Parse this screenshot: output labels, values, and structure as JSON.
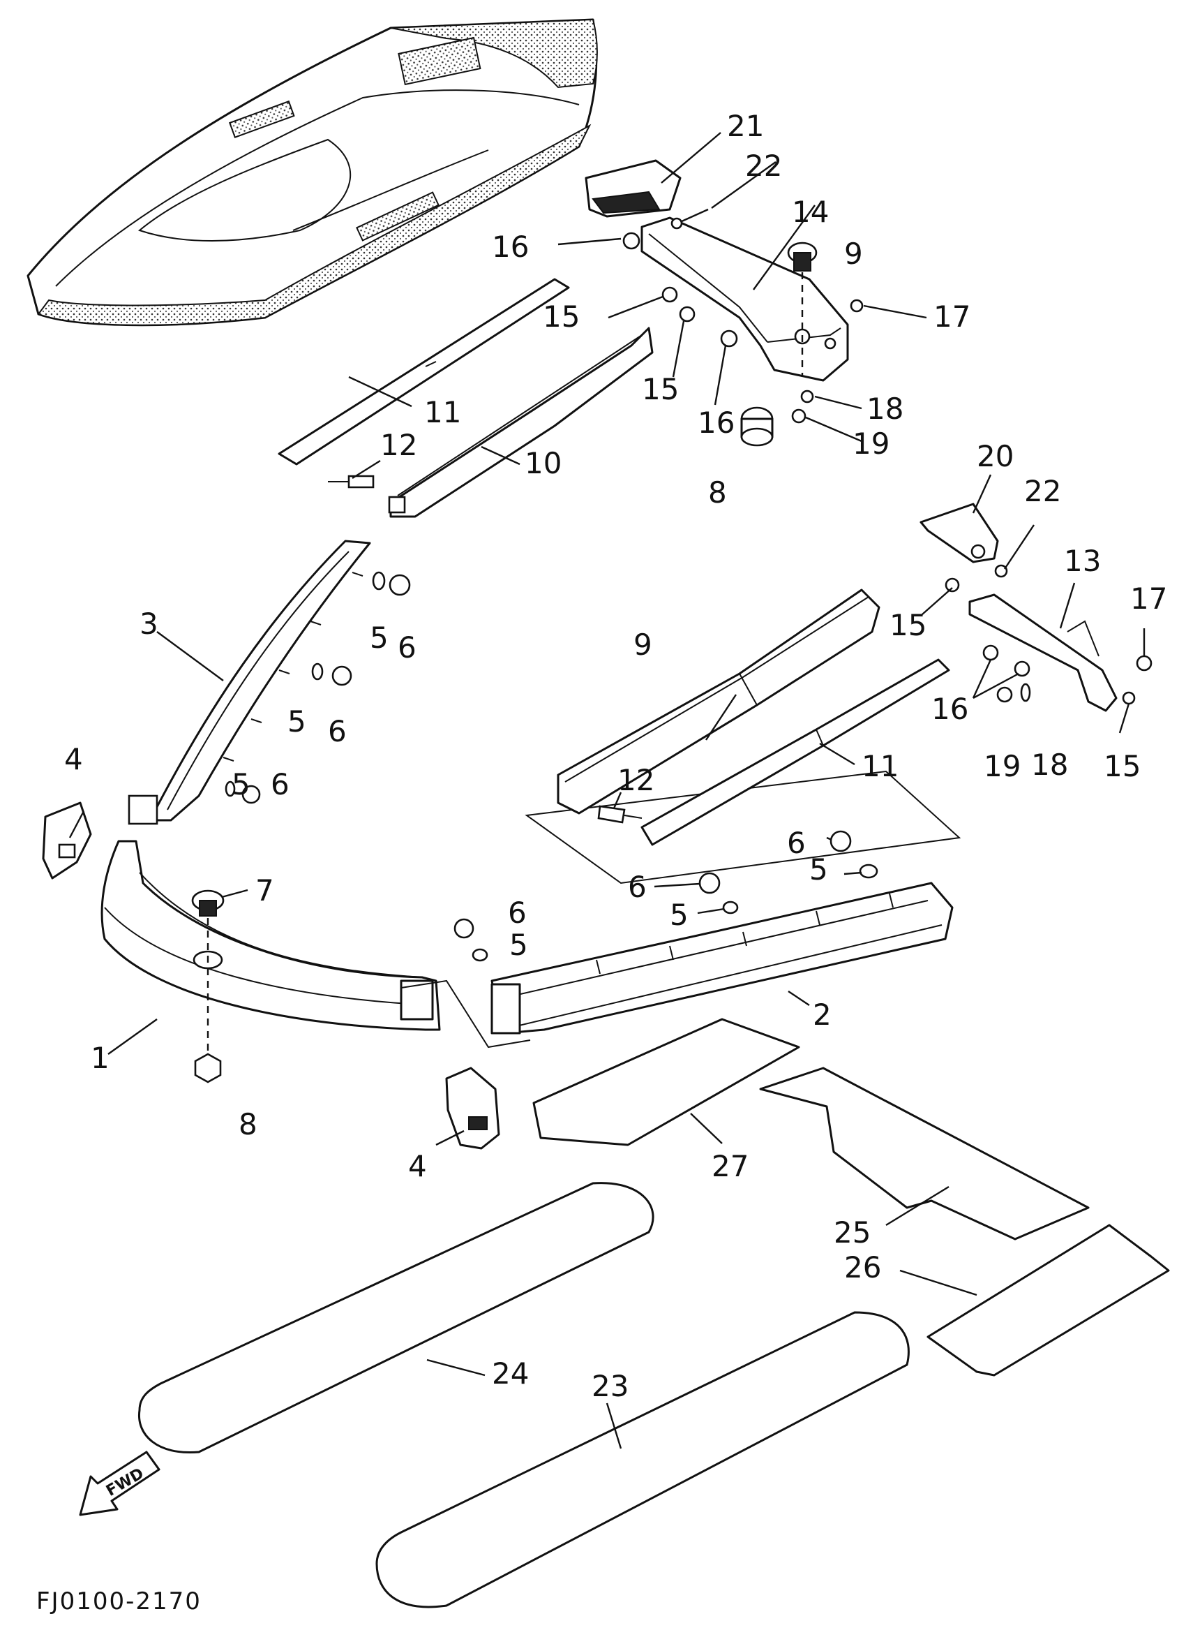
{
  "diagram": {
    "code": "FJ0100-2170",
    "fwd_label": "FWD",
    "callouts": [
      {
        "key": "c21",
        "text": "21"
      },
      {
        "key": "c22a",
        "text": "22"
      },
      {
        "key": "c14",
        "text": "14"
      },
      {
        "key": "c9a",
        "text": "9"
      },
      {
        "key": "c16a",
        "text": "16"
      },
      {
        "key": "c15a",
        "text": "15"
      },
      {
        "key": "c17a",
        "text": "17"
      },
      {
        "key": "c15b",
        "text": "15"
      },
      {
        "key": "c16b",
        "text": "16"
      },
      {
        "key": "c18a",
        "text": "18"
      },
      {
        "key": "c19a",
        "text": "19"
      },
      {
        "key": "c8a",
        "text": "8"
      },
      {
        "key": "c11a",
        "text": "11"
      },
      {
        "key": "c12a",
        "text": "12"
      },
      {
        "key": "c10",
        "text": "10"
      },
      {
        "key": "c20",
        "text": "20"
      },
      {
        "key": "c22b",
        "text": "22"
      },
      {
        "key": "c13",
        "text": "13"
      },
      {
        "key": "c17b",
        "text": "17"
      },
      {
        "key": "c15c",
        "text": "15"
      },
      {
        "key": "c16c",
        "text": "16"
      },
      {
        "key": "c19b",
        "text": "19"
      },
      {
        "key": "c18b",
        "text": "18"
      },
      {
        "key": "c15d",
        "text": "15"
      },
      {
        "key": "c3",
        "text": "3"
      },
      {
        "key": "c5a",
        "text": "5"
      },
      {
        "key": "c6a",
        "text": "6"
      },
      {
        "key": "c5b",
        "text": "5"
      },
      {
        "key": "c6b",
        "text": "6"
      },
      {
        "key": "c5c",
        "text": "5"
      },
      {
        "key": "c6c",
        "text": "6"
      },
      {
        "key": "c4a",
        "text": "4"
      },
      {
        "key": "c9b",
        "text": "9"
      },
      {
        "key": "c11b",
        "text": "11"
      },
      {
        "key": "c12b",
        "text": "12"
      },
      {
        "key": "c7",
        "text": "7"
      },
      {
        "key": "c6d",
        "text": "6"
      },
      {
        "key": "c5d",
        "text": "5"
      },
      {
        "key": "c6e",
        "text": "6"
      },
      {
        "key": "c5e",
        "text": "5"
      },
      {
        "key": "c6f",
        "text": "6"
      },
      {
        "key": "c5f",
        "text": "5"
      },
      {
        "key": "c2",
        "text": "2"
      },
      {
        "key": "c1",
        "text": "1"
      },
      {
        "key": "c8b",
        "text": "8"
      },
      {
        "key": "c4b",
        "text": "4"
      },
      {
        "key": "c27",
        "text": "27"
      },
      {
        "key": "c25",
        "text": "25"
      },
      {
        "key": "c26",
        "text": "26"
      },
      {
        "key": "c24",
        "text": "24"
      },
      {
        "key": "c23",
        "text": "23"
      }
    ]
  }
}
